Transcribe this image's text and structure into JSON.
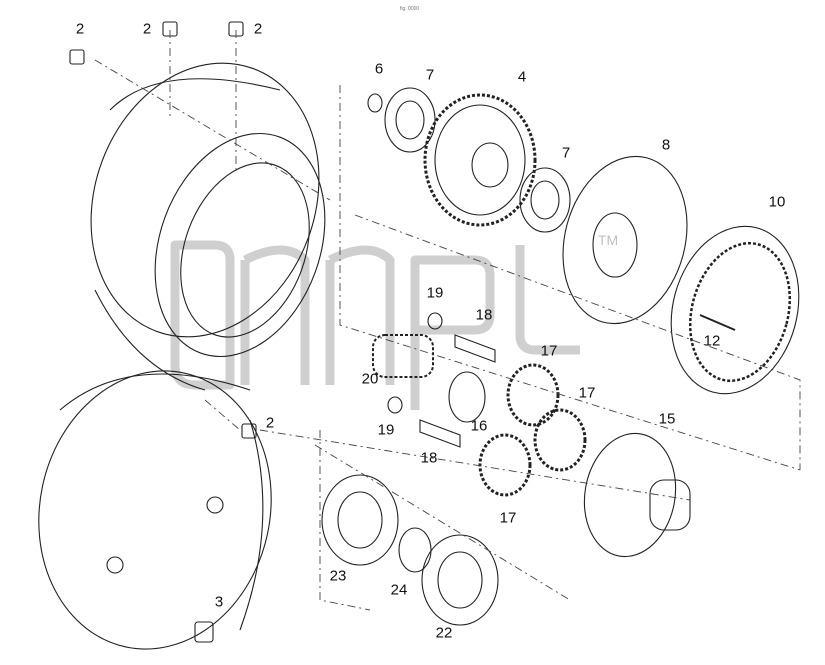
{
  "watermark": {
    "text": "TM",
    "color": "#cfcfcf"
  },
  "drawing_ref": "fig. 0000",
  "callouts": [
    {
      "id": "c2a",
      "text": "2"
    },
    {
      "id": "c2b",
      "text": "2"
    },
    {
      "id": "c2c",
      "text": "2"
    },
    {
      "id": "c2d",
      "text": "2"
    },
    {
      "id": "c3",
      "text": "3"
    },
    {
      "id": "c4",
      "text": "4"
    },
    {
      "id": "c6",
      "text": "6"
    },
    {
      "id": "c7a",
      "text": "7"
    },
    {
      "id": "c7b",
      "text": "7"
    },
    {
      "id": "c8",
      "text": "8"
    },
    {
      "id": "c10",
      "text": "10"
    },
    {
      "id": "c12",
      "text": "12"
    },
    {
      "id": "c15",
      "text": "15"
    },
    {
      "id": "c16",
      "text": "16"
    },
    {
      "id": "c17a",
      "text": "17"
    },
    {
      "id": "c17b",
      "text": "17"
    },
    {
      "id": "c17c",
      "text": "17"
    },
    {
      "id": "c18a",
      "text": "18"
    },
    {
      "id": "c18b",
      "text": "18"
    },
    {
      "id": "c19a",
      "text": "19"
    },
    {
      "id": "c19b",
      "text": "19"
    },
    {
      "id": "c20",
      "text": "20"
    },
    {
      "id": "c22",
      "text": "22"
    },
    {
      "id": "c23",
      "text": "23"
    },
    {
      "id": "c24",
      "text": "24"
    }
  ],
  "colors": {
    "line": "#222222",
    "dash": "#444444",
    "watermark": "#d0d0d0"
  }
}
